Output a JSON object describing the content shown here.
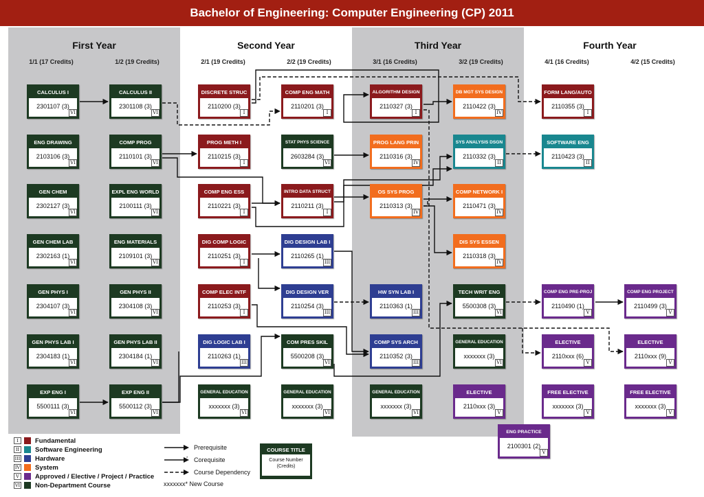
{
  "header": {
    "title": "Bachelor of Engineering: Computer Engineering (CP) 2011"
  },
  "years": [
    {
      "title": "First Year",
      "terms": [
        "1/1 (17 Credits)",
        "1/2 (19 Credits)"
      ]
    },
    {
      "title": "Second Year",
      "terms": [
        "2/1 (19 Credits)",
        "2/2 (19 Credits)"
      ]
    },
    {
      "title": "Third Year",
      "terms": [
        "3/1 (16 Credits)",
        "3/2 (19 Credits)"
      ]
    },
    {
      "title": "Fourth Year",
      "terms": [
        "4/1 (16 Credits)",
        "4/2 (15 Credits)"
      ]
    }
  ],
  "categories": [
    {
      "roman": "I",
      "label": "Fundamental",
      "color": "#8b1a1d"
    },
    {
      "roman": "II",
      "label": "Software Engineering",
      "color": "#19878f"
    },
    {
      "roman": "III",
      "label": "Hardware",
      "color": "#2e3e92"
    },
    {
      "roman": "IV",
      "label": "System",
      "color": "#f26d1e"
    },
    {
      "roman": "V",
      "label": "Approved / Elective / Project / Practice",
      "color": "#6a2a8c"
    },
    {
      "roman": "VI",
      "label": "Non-Department Course",
      "color": "#1d3a22"
    }
  ],
  "courses": [
    {
      "id": "c1",
      "title": "CALCULUS I",
      "num": "2301107 (3)",
      "cat": 6
    },
    {
      "id": "c2",
      "title": "ENG DRAWING",
      "num": "2103106 (3)",
      "cat": 6
    },
    {
      "id": "c3",
      "title": "GEN CHEM",
      "num": "2302127 (3)",
      "cat": 6
    },
    {
      "id": "c4",
      "title": "GEN CHEM LAB",
      "num": "2302163 (1)",
      "cat": 6
    },
    {
      "id": "c5",
      "title": "GEN PHYS I",
      "num": "2304107 (3)",
      "cat": 6
    },
    {
      "id": "c6",
      "title": "GEN PHYS LAB I",
      "num": "2304183 (1)",
      "cat": 6
    },
    {
      "id": "c7",
      "title": "EXP ENG I",
      "num": "5500111 (3)",
      "cat": 6
    },
    {
      "id": "c8",
      "title": "CALCULUS II",
      "num": "2301108 (3)",
      "cat": 6
    },
    {
      "id": "c9",
      "title": "COMP PROG",
      "num": "2110101 (3)",
      "cat": 6
    },
    {
      "id": "c10",
      "title": "EXPL ENG WORLD",
      "num": "2100111 (3)",
      "cat": 6
    },
    {
      "id": "c11",
      "title": "ENG MATERIALS",
      "num": "2109101 (3)",
      "cat": 6
    },
    {
      "id": "c12",
      "title": "GEN PHYS II",
      "num": "2304108 (3)",
      "cat": 6
    },
    {
      "id": "c13",
      "title": "GEN PHYS LAB II",
      "num": "2304184 (1)",
      "cat": 6
    },
    {
      "id": "c14",
      "title": "EXP ENG II",
      "num": "5500112 (3)",
      "cat": 6
    },
    {
      "id": "c15",
      "title": "DISCRETE STRUC",
      "num": "2110200 (3)",
      "cat": 1
    },
    {
      "id": "c16",
      "title": "PROG METH I",
      "num": "2110215 (3)",
      "cat": 1
    },
    {
      "id": "c17",
      "title": "COMP ENG ESS",
      "num": "2110221 (3)",
      "cat": 1
    },
    {
      "id": "c18",
      "title": "DIG COMP LOGIC",
      "num": "2110251 (3)",
      "cat": 1
    },
    {
      "id": "c19",
      "title": "COMP ELEC INTF",
      "num": "2110253 (3)",
      "cat": 1
    },
    {
      "id": "c20",
      "title": "DIG LOGIC LAB I",
      "num": "2110263 (1)",
      "cat": 3
    },
    {
      "id": "c21",
      "title": "GENERAL EDUCATION",
      "num": "xxxxxxx (3)",
      "cat": 6
    },
    {
      "id": "c22",
      "title": "COMP ENG MATH",
      "num": "2110201 (3)",
      "cat": 1
    },
    {
      "id": "c23",
      "title": "STAT PHYS SCIENCE",
      "num": "2603284 (3)",
      "cat": 6
    },
    {
      "id": "c24",
      "title": "INTRO DATA STRUCT",
      "num": "2110211 (3)",
      "cat": 1
    },
    {
      "id": "c25",
      "title": "DIG DESIGN LAB I",
      "num": "2110265 (1)",
      "cat": 3
    },
    {
      "id": "c26",
      "title": "DIG DESIGN VER",
      "num": "2110254 (3)",
      "cat": 3
    },
    {
      "id": "c27",
      "title": "COM PRES SKIL",
      "num": "5500208 (3)",
      "cat": 6
    },
    {
      "id": "c28",
      "title": "GENERAL EDUCATION",
      "num": "xxxxxxx (3)",
      "cat": 6
    },
    {
      "id": "c29",
      "title": "ALGORITHM DESIGN",
      "num": "2110327 (3)",
      "cat": 1
    },
    {
      "id": "c30",
      "title": "PROG LANG PRIN",
      "num": "2110316 (3)",
      "cat": 4
    },
    {
      "id": "c31",
      "title": "OS SYS PROG",
      "num": "2110313 (3)",
      "cat": 4
    },
    {
      "id": "c32",
      "title": "HW SYN LAB I",
      "num": "2110363 (1)",
      "cat": 3
    },
    {
      "id": "c33",
      "title": "COMP SYS ARCH",
      "num": "2110352 (3)",
      "cat": 3
    },
    {
      "id": "c34",
      "title": "GENERAL EDUCATION",
      "num": "xxxxxxx (3)",
      "cat": 6
    },
    {
      "id": "c35",
      "title": "DB MGT SYS DESIGN",
      "num": "2110422 (3)",
      "cat": 4
    },
    {
      "id": "c36",
      "title": "SYS ANALYSIS DSGN",
      "num": "2110332 (3)",
      "cat": 2
    },
    {
      "id": "c37",
      "title": "COMP NETWORK I",
      "num": "2110471 (3)",
      "cat": 4
    },
    {
      "id": "c38",
      "title": "DIS SYS ESSEN",
      "num": "2110318 (3)",
      "cat": 4
    },
    {
      "id": "c39",
      "title": "TECH WRIT ENG",
      "num": "5500308 (3)",
      "cat": 6
    },
    {
      "id": "c40",
      "title": "GENERAL EDUCATION",
      "num": "xxxxxxx (3)",
      "cat": 6
    },
    {
      "id": "c41",
      "title": "ELECTIVE",
      "num": "2110xxx (3)",
      "cat": 5
    },
    {
      "id": "c42",
      "title": "ENG PRACTICE",
      "num": "2100301 (2)",
      "cat": 5
    },
    {
      "id": "c43",
      "title": "FORM LANG/AUTO",
      "num": "2110355 (3)",
      "cat": 1
    },
    {
      "id": "c44",
      "title": "SOFTWARE ENG",
      "num": "2110423 (3)",
      "cat": 2
    },
    {
      "id": "c45",
      "title": "COMP ENG PRE-PROJ",
      "num": "2110490 (1)",
      "cat": 5
    },
    {
      "id": "c46",
      "title": "ELECTIVE",
      "num": "2110xxx (6)",
      "cat": 5
    },
    {
      "id": "c47",
      "title": "FREE ELECTIVE",
      "num": "xxxxxxx (3)",
      "cat": 5
    },
    {
      "id": "c48",
      "title": "COMP ENG PROJECT",
      "num": "2110499 (3)",
      "cat": 5
    },
    {
      "id": "c49",
      "title": "ELECTIVE",
      "num": "2110xxx (9)",
      "cat": 5
    },
    {
      "id": "c50",
      "title": "FREE ELECTIVE",
      "num": "xxxxxxx (3)",
      "cat": 5
    }
  ],
  "legend": {
    "prerequisite": "Prerequisite",
    "corequisite": "Corequisite",
    "dependency": "Course Dependency",
    "new_course": "xxxxxxx* New Course",
    "sample_title": "COURSE TITLE",
    "sample_num": "Course Number",
    "sample_credits": "(Credits)"
  },
  "colors": {
    "header": "#a21f12",
    "band": "#c7c7c9"
  }
}
